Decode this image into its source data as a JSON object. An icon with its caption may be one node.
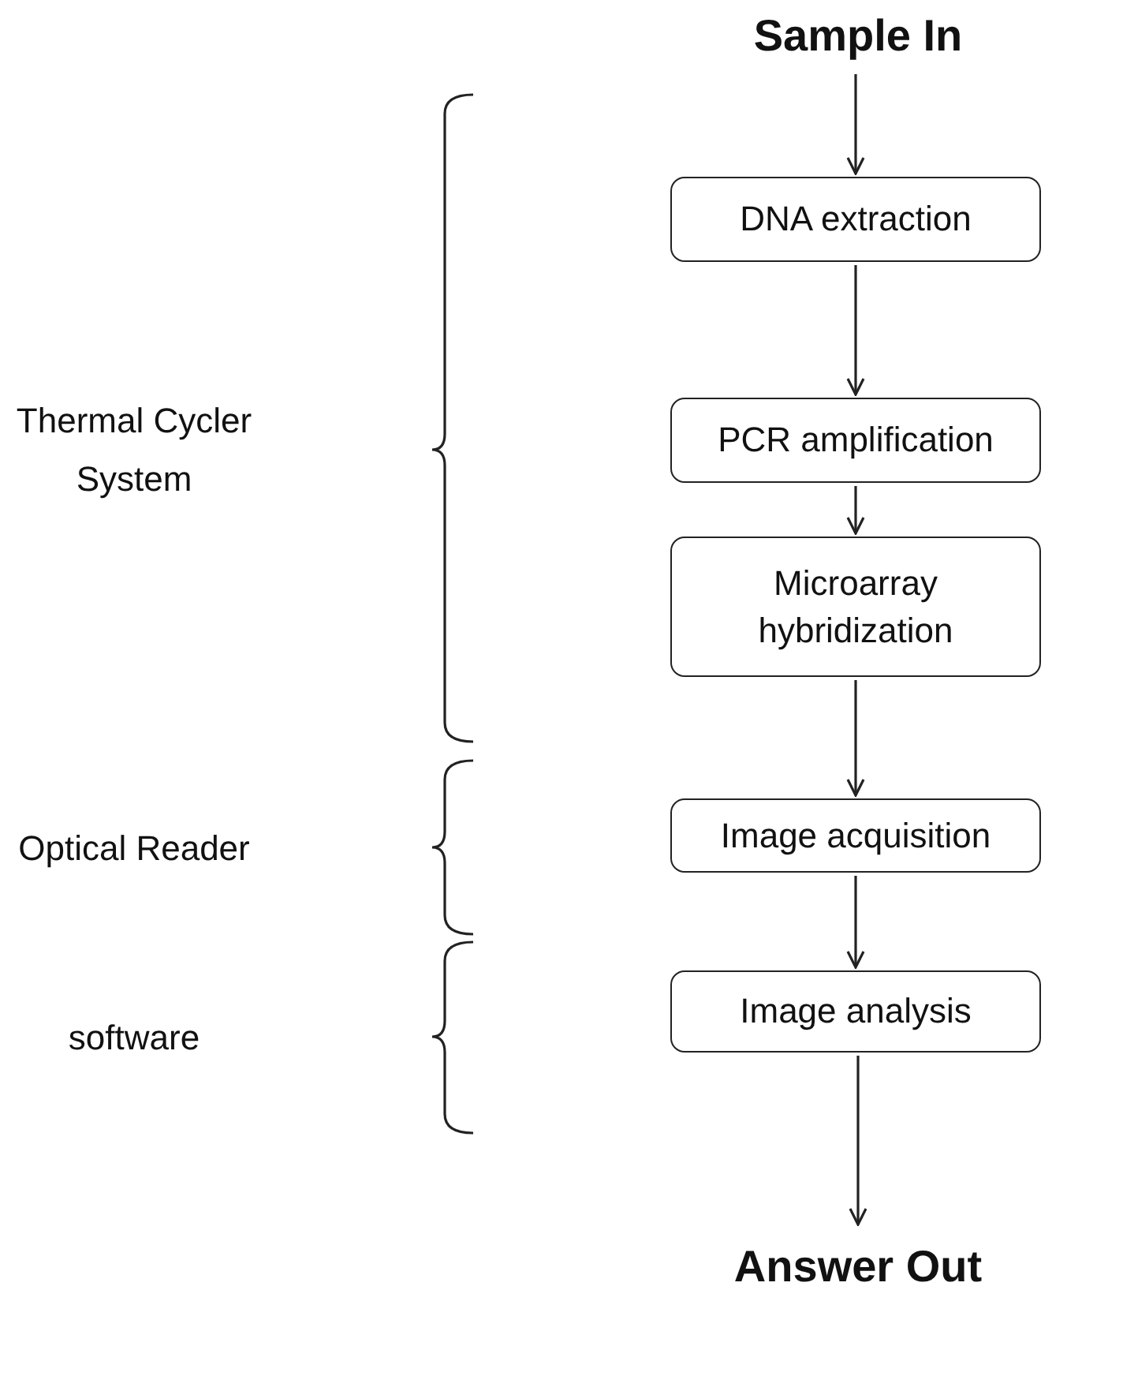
{
  "diagram": {
    "nodes": [
      {
        "text": [
          "Sample In"
        ]
      },
      {
        "text": [
          "DNA extraction"
        ]
      },
      {
        "text": [
          "PCR amplification"
        ]
      },
      {
        "text": [
          "Microarray hybridization"
        ]
      },
      {
        "text": [
          "Image acquisition"
        ]
      },
      {
        "text": [
          "Image analysis"
        ]
      },
      {
        "text": [
          "Answer Out"
        ]
      }
    ],
    "edges": [
      {
        "from": 0,
        "to": 1,
        "arrow": "to"
      },
      {
        "from": 1,
        "to": 2,
        "arrow": "to"
      },
      {
        "from": 2,
        "to": 3,
        "arrow": "to"
      },
      {
        "from": 3,
        "to": 4,
        "arrow": "to"
      },
      {
        "from": 4,
        "to": 5,
        "arrow": "to"
      },
      {
        "from": 5,
        "to": 6,
        "arrow": "to"
      }
    ],
    "labels": [
      "Thermal Cycler System",
      "Optical Reader",
      "software"
    ]
  }
}
